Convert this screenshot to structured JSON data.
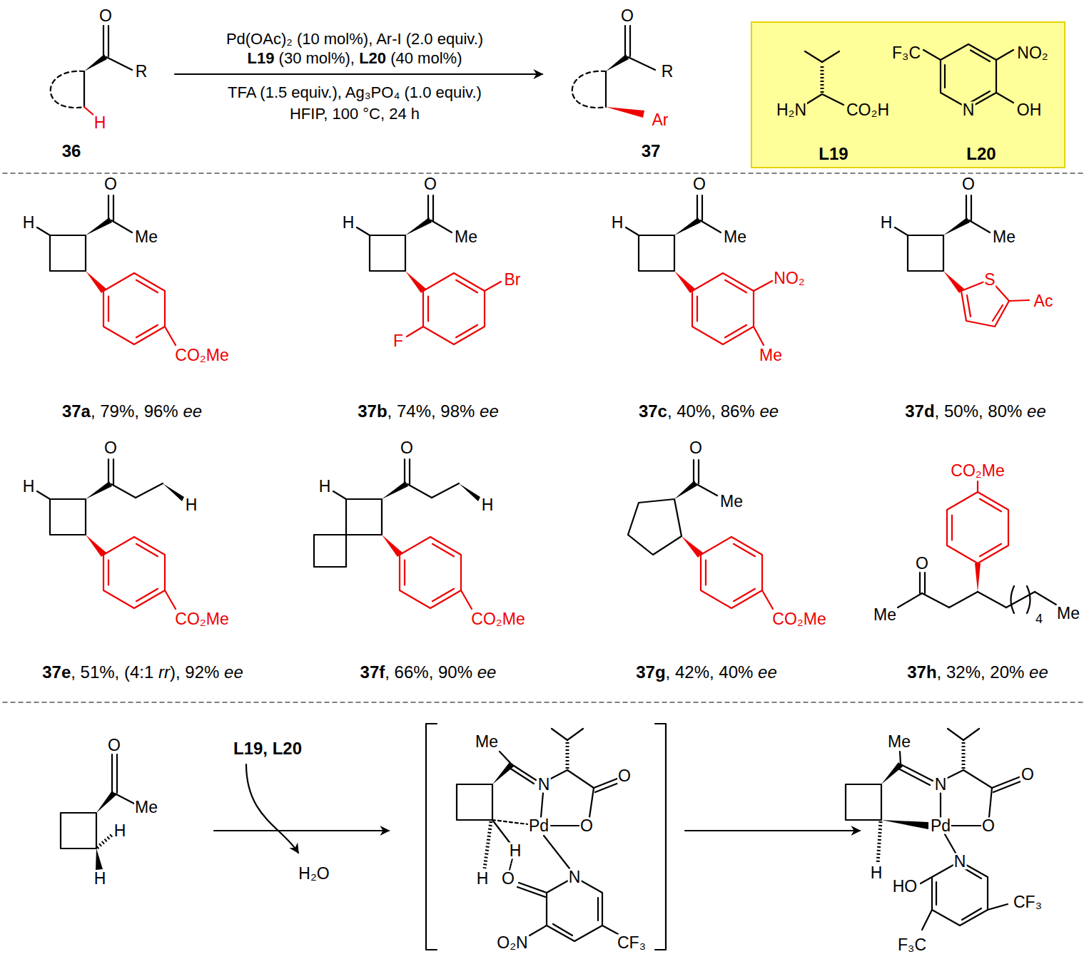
{
  "diagram": {
    "nodes": [
      {
        "text": [
          "F₃C",
          "NO₂",
          "H₂N",
          "CO₂H",
          "N",
          "OH",
          "L19",
          "L20"
        ]
      }
    ],
    "labels": [
      "O",
      "R",
      "H",
      "36",
      "Pd(OAc)₂ (10 mol%), Ar-I (2.0 equiv.)",
      "L19",
      "(30 mol%),",
      "L20",
      "(40 mol%)",
      "TFA (1.5 equiv.), Ag₃PO₄ (1.0 equiv.)",
      "HFIP, 100 °C, 24 h",
      "O",
      "R",
      "Ar",
      "37",
      "H",
      "O",
      "Me",
      "CO₂Me",
      "37a",
      ", 79%, 96%",
      "ee",
      "H",
      "O",
      "Me",
      "Br",
      "F",
      "37b",
      ", 74%, 98%",
      "ee",
      "H",
      "O",
      "Me",
      "NO₂",
      "Me",
      "37c",
      ", 40%, 86%",
      "ee",
      "H",
      "O",
      "Me",
      "S",
      "Ac",
      "37d",
      ", 50%, 80%",
      "ee",
      "H",
      "O",
      "H",
      "CO₂Me",
      "37e",
      ", 51%, (4:1",
      "rr",
      "), 92%",
      "ee",
      "H",
      "O",
      "H",
      "CO₂Me",
      "37f",
      ", 66%, 90%",
      "ee",
      "O",
      "Me",
      "CO₂Me",
      "37g",
      ", 42%, 40%",
      "ee",
      "CO₂Me",
      "O",
      "Me",
      "4",
      "Me",
      "37h",
      ", 32%, 20%",
      "ee",
      "O",
      "Me",
      "H",
      "H",
      "L19, L20",
      "H₂O",
      "Me",
      "N",
      "O",
      "Pd",
      "O",
      "H",
      "H",
      "O",
      "N",
      "O₂N",
      "CF₃",
      "Me",
      "N",
      "O",
      "Pd",
      "O",
      "H",
      "HO",
      "N",
      "CF₃",
      "F₃C"
    ]
  }
}
